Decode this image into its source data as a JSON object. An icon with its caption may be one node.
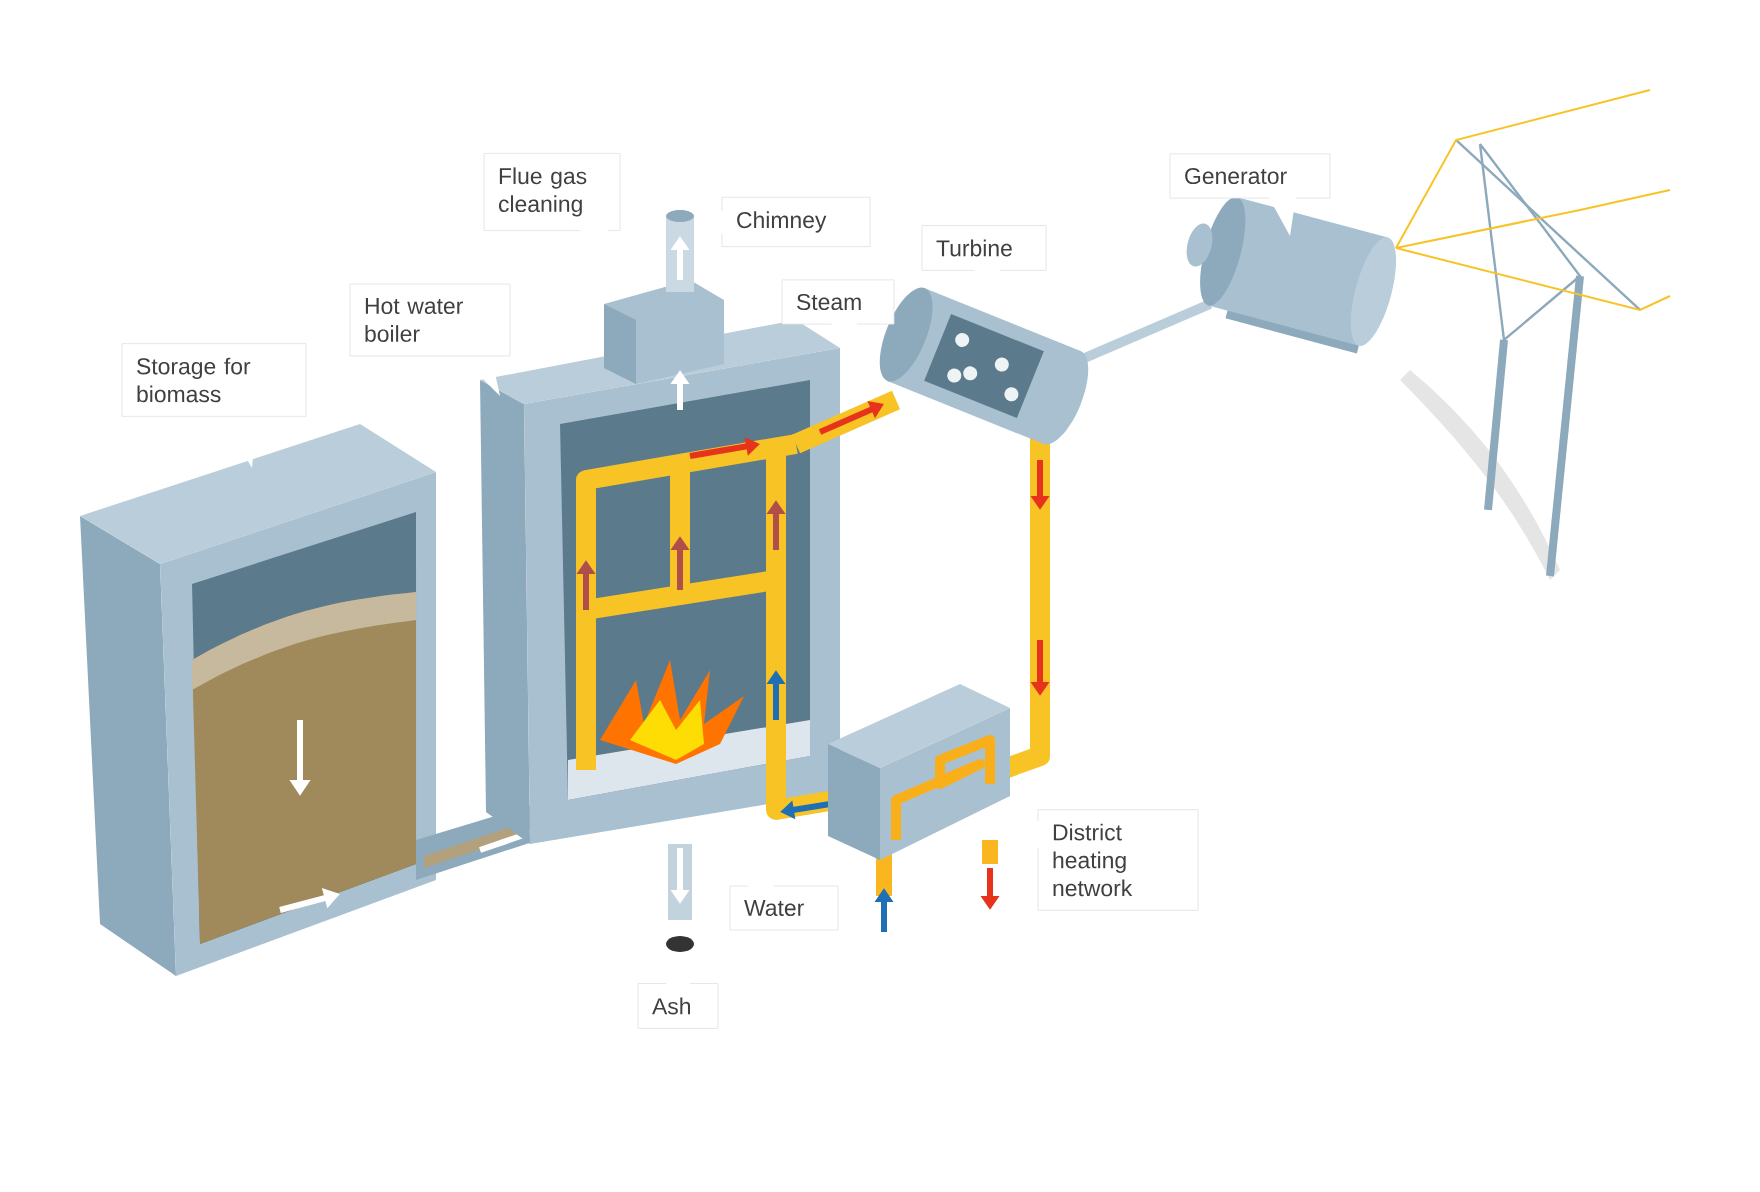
{
  "diagram": {
    "nodes": [
      {
        "text": [
          "Storage for biomass"
        ]
      },
      {
        "text": [
          "Hot water boiler"
        ]
      },
      {
        "text": [
          "Flue gas cleaning"
        ]
      },
      {
        "text": [
          "Chimney"
        ]
      },
      {
        "text": [
          "Steam"
        ]
      },
      {
        "text": [
          "Turbine"
        ]
      },
      {
        "text": [
          "Generator"
        ]
      },
      {
        "text": [
          "Water"
        ]
      },
      {
        "text": [
          "Ash"
        ]
      },
      {
        "text": [
          "District heating network"
        ]
      }
    ]
  }
}
